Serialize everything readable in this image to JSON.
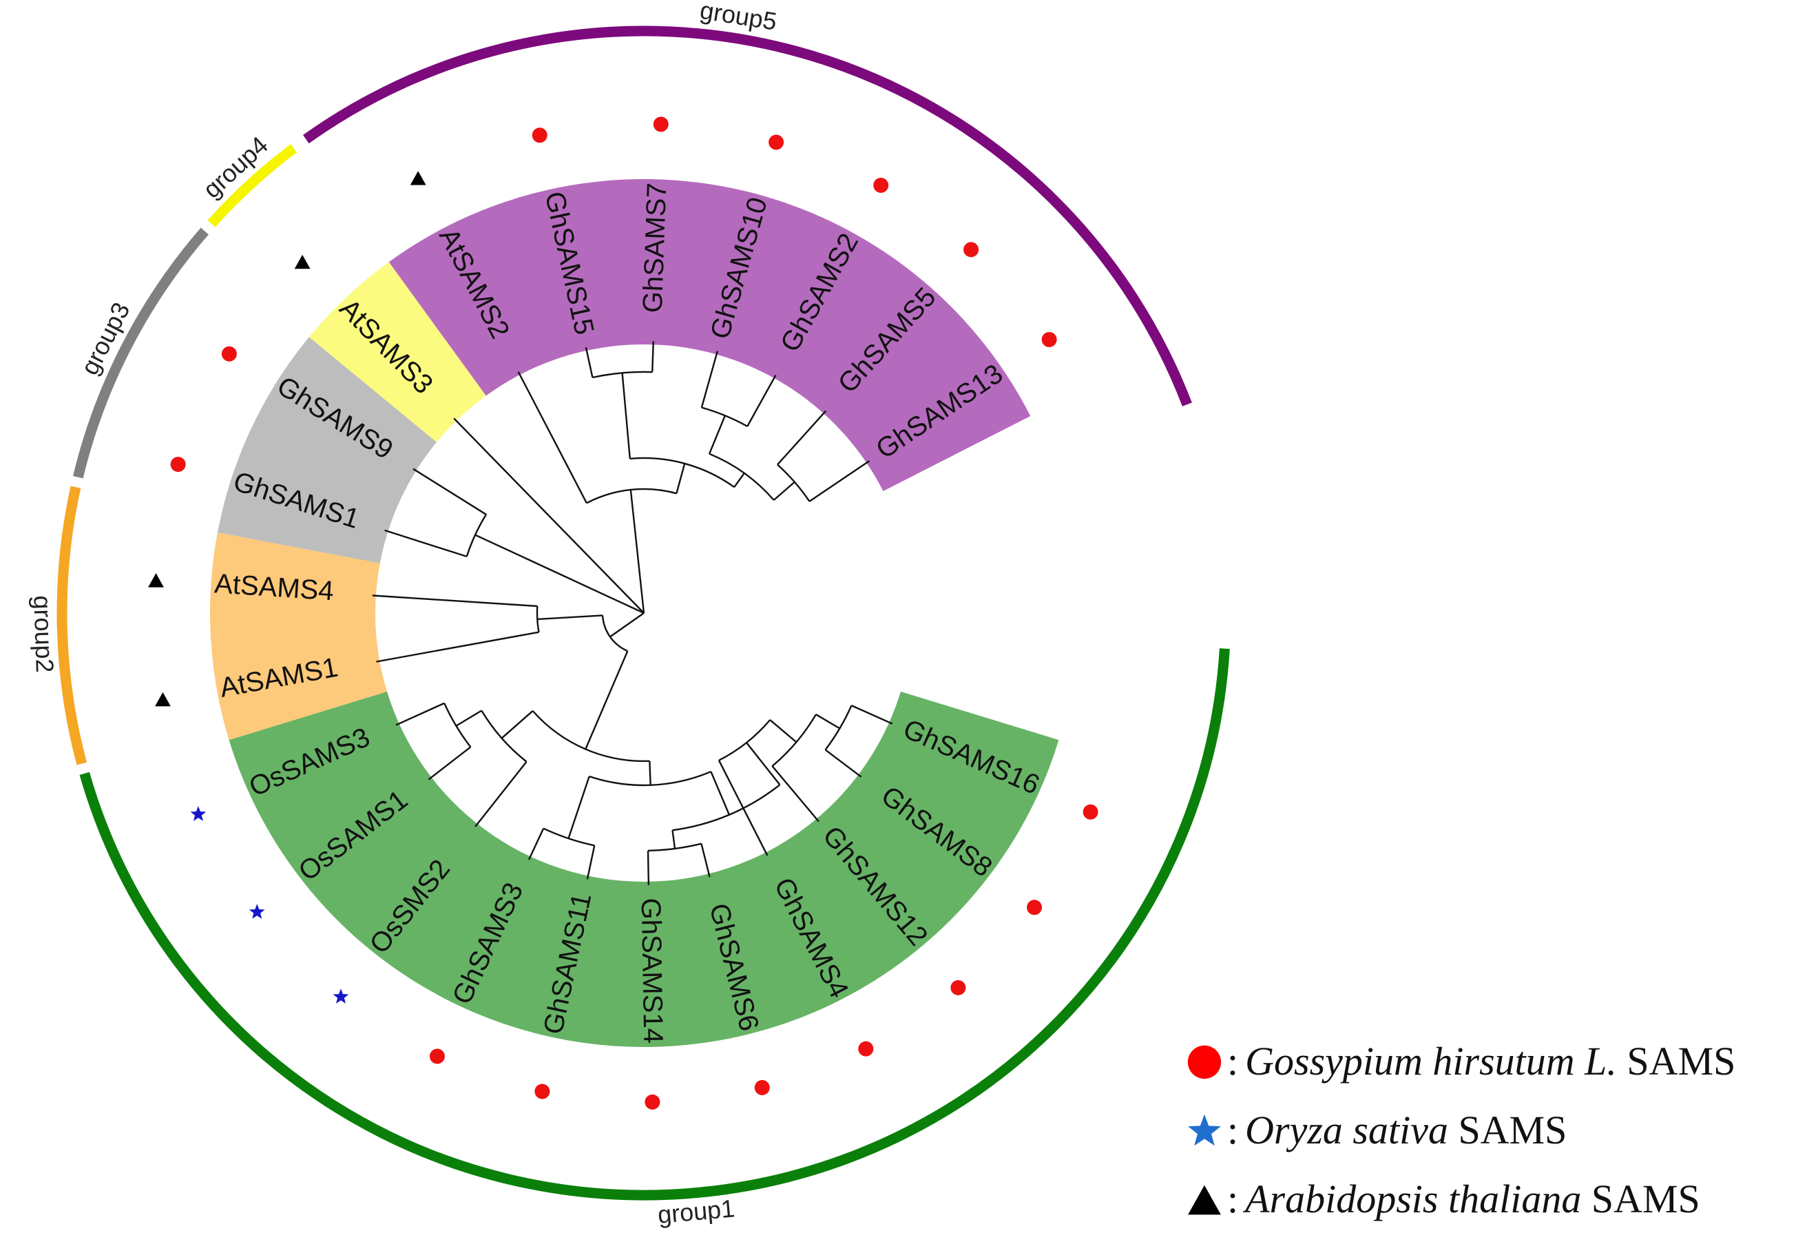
{
  "tree": {
    "leaves": [
      {
        "label": "OsSAMS3",
        "angle": 204.3,
        "group": "group1",
        "marker": "star"
      },
      {
        "label": "OsSAMS1",
        "angle": 217.7,
        "group": "group1",
        "marker": "star"
      },
      {
        "label": "OsSMS2",
        "angle": 231.7,
        "group": "group1",
        "marker": "star"
      },
      {
        "label": "GhSAMS3",
        "angle": 245.0,
        "group": "group1",
        "marker": "circle"
      },
      {
        "label": "GhSAMS11",
        "angle": 258.0,
        "group": "group1",
        "marker": "circle"
      },
      {
        "label": "GhSAMS14",
        "angle": 271.0,
        "group": "group1",
        "marker": "circle"
      },
      {
        "label": "GhSAMS6",
        "angle": 284.0,
        "group": "group1",
        "marker": "circle"
      },
      {
        "label": "GhSAMS4",
        "angle": 297.0,
        "group": "group1",
        "marker": "circle"
      },
      {
        "label": "GhSAMS12",
        "angle": 310.0,
        "group": "group1",
        "marker": "circle"
      },
      {
        "label": "GhSAMS8",
        "angle": 323.0,
        "group": "group1",
        "marker": "circle"
      },
      {
        "label": "GhSAMS16",
        "angle": 336.0,
        "group": "group1",
        "marker": "circle"
      },
      {
        "label": "AtSAMS1",
        "angle": 190.3,
        "group": "group2",
        "marker": "triangle"
      },
      {
        "label": "AtSAMS4",
        "angle": 176.3,
        "group": "group2",
        "marker": "triangle"
      },
      {
        "label": "GhSAMS1",
        "angle": 162.3,
        "group": "group3",
        "marker": "circle"
      },
      {
        "label": "GhSAMS9",
        "angle": 148.0,
        "group": "group3",
        "marker": "circle"
      },
      {
        "label": "AtSAMS3",
        "angle": 134.3,
        "group": "group4",
        "marker": "triangle"
      },
      {
        "label": "AtSAMS2",
        "angle": 117.5,
        "group": "group5",
        "marker": "triangle"
      },
      {
        "label": "GhSAMS15",
        "angle": 102.3,
        "group": "group5",
        "marker": "circle"
      },
      {
        "label": "GhSAMS7",
        "angle": 88.0,
        "group": "group5",
        "marker": "circle"
      },
      {
        "label": "GhSAMS10",
        "angle": 74.3,
        "group": "group5",
        "marker": "circle"
      },
      {
        "label": "GhSAMS2",
        "angle": 61.0,
        "group": "group5",
        "marker": "circle"
      },
      {
        "label": "GhSAMS5",
        "angle": 48.0,
        "group": "group5",
        "marker": "circle"
      },
      {
        "label": "GhSAMS13",
        "angle": 34.0,
        "group": "group5",
        "marker": "circle"
      }
    ],
    "sectors": [
      {
        "group": "group1",
        "from": 197.0,
        "to": 343.0,
        "color": "#66b366"
      },
      {
        "group": "group2",
        "from": 169.3,
        "to": 197.0,
        "color": "#fdc97a"
      },
      {
        "group": "group3",
        "from": 140.5,
        "to": 169.3,
        "color": "#bdbdbd"
      },
      {
        "group": "group4",
        "from": 126.0,
        "to": 140.5,
        "color": "#fbfb80"
      },
      {
        "group": "group5",
        "from": 27.0,
        "to": 126.0,
        "color": "#b56bbd"
      }
    ],
    "outer_arcs": [
      {
        "label": "group1",
        "from": 196.0,
        "to": 356.5,
        "color": "#0a800a",
        "label_angle": 275.0
      },
      {
        "label": "group2",
        "from": 167.5,
        "to": 195.0,
        "color": "#f5a623",
        "label_angle": 182.0
      },
      {
        "label": "group3",
        "from": 139.0,
        "to": 166.5,
        "color": "#808080",
        "label_angle": 153.0
      },
      {
        "label": "group4",
        "from": 127.0,
        "to": 138.0,
        "color": "#f5f500",
        "label_angle": 132.5
      },
      {
        "label": "group5",
        "from": 21.0,
        "to": 125.5,
        "color": "#7d0a7d",
        "label_angle": 81.0
      }
    ],
    "marker_colors": {
      "circle": "#ee1111",
      "star": "#1515cc",
      "triangle": "#000000"
    }
  },
  "legend": [
    {
      "marker": "circle",
      "colon": ":",
      "italic": "Gossypium hirsutum L.",
      "suffix": " SAMS",
      "color": "#ff0000"
    },
    {
      "marker": "star",
      "colon": ":",
      "italic": "Oryza sativa",
      "suffix": " SAMS",
      "color": "#1f6fcf"
    },
    {
      "marker": "triangle",
      "colon": ":",
      "italic": "Arabidopsis thaliana",
      "suffix": " SAMS",
      "color": "#000000"
    }
  ]
}
